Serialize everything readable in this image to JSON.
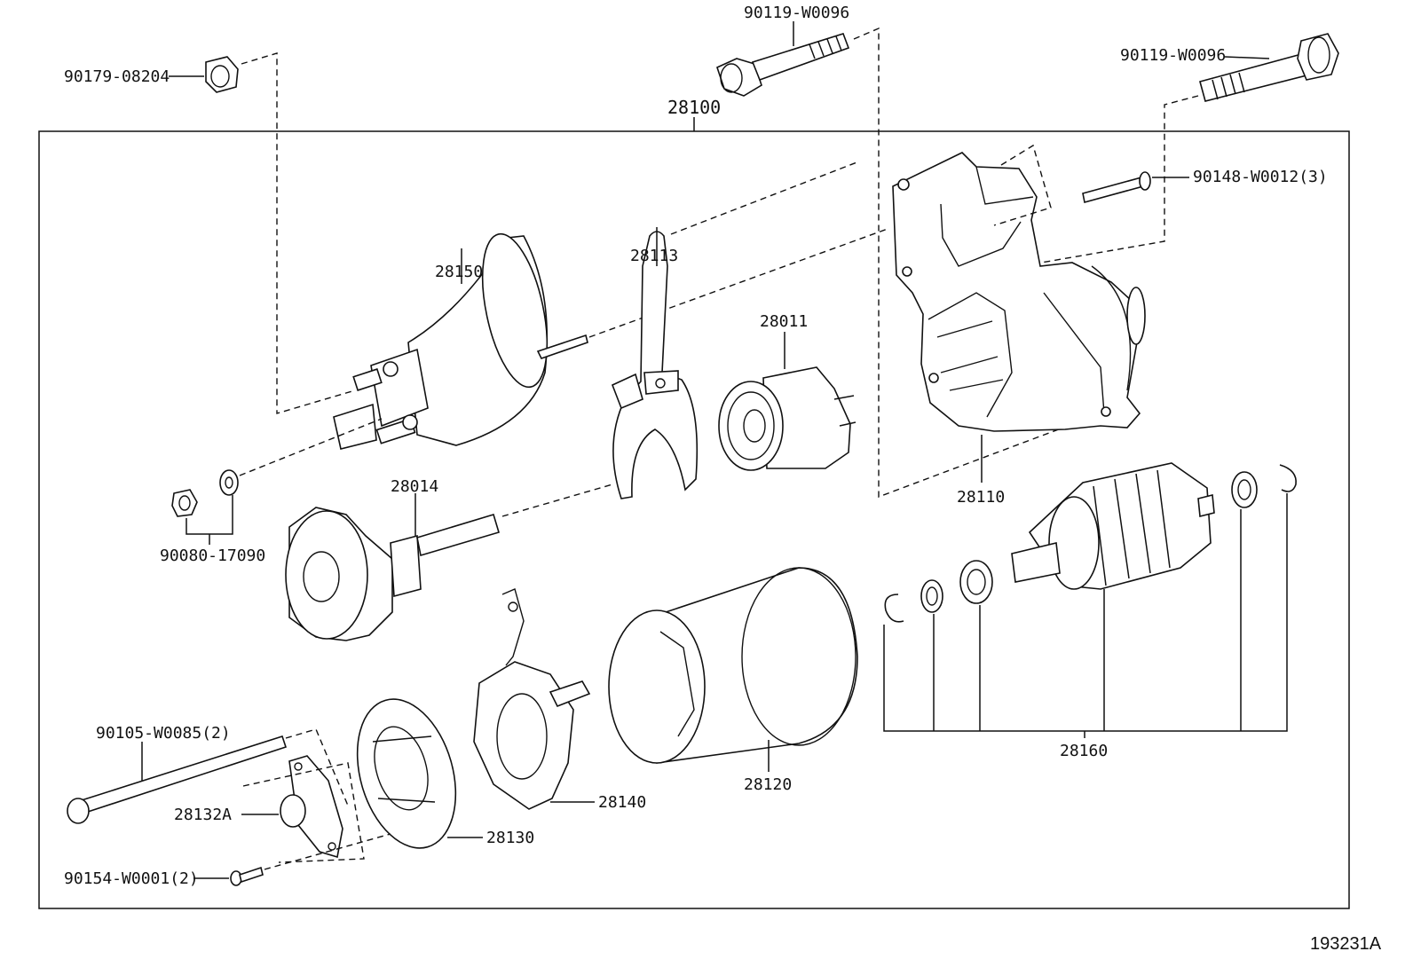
{
  "diagram": {
    "assembly_label": "28100",
    "figure_id": "193231A",
    "callouts": {
      "nut_top_left": "90179-08204",
      "bolt_top_center": "90119-W0096",
      "bolt_top_right": "90119-W0096",
      "screw_housing": "90148-W0012(3)",
      "solenoid": "28150",
      "lever": "28113",
      "clutch": "28011",
      "housing": "28110",
      "nut_washer": "90080-17090",
      "gear_shaft": "28014",
      "yoke": "28120",
      "armature_kit": "28160",
      "brush_holder": "28140",
      "end_frame": "28130",
      "cover": "28132A",
      "through_bolt": "90105-W0085(2)",
      "end_screw": "90154-W0001(2)"
    }
  }
}
